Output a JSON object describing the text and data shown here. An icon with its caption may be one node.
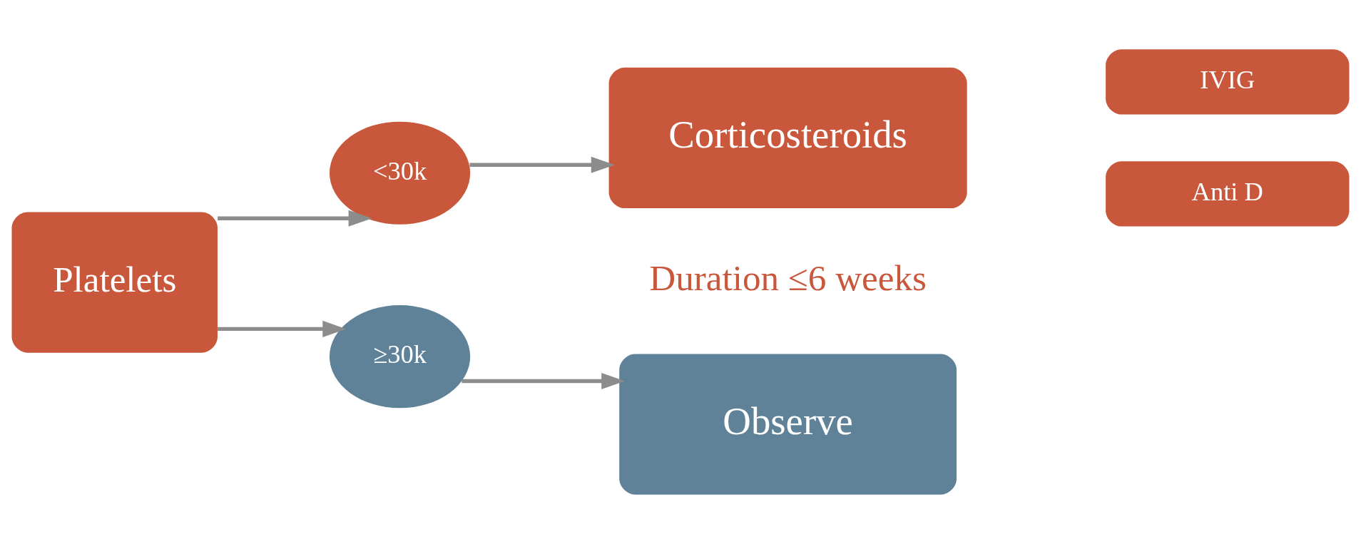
{
  "diagram": {
    "nodes": [
      {
        "text": [
          "Platelets"
        ]
      },
      {
        "text": [
          "<30k"
        ]
      },
      {
        "text": [
          "≥30k"
        ]
      },
      {
        "text": [
          "Corticosteroids"
        ],
        "beside": [
          "Duration ≤6 weeks"
        ]
      },
      {
        "text": [
          "Observe"
        ]
      },
      {
        "text": [
          "IVIG"
        ]
      },
      {
        "text": [
          "Anti D"
        ]
      }
    ],
    "edges": [
      {
        "from": 0,
        "to": 1,
        "arrow": "to"
      },
      {
        "from": 0,
        "to": 2,
        "arrow": "to"
      },
      {
        "from": 1,
        "to": 3,
        "arrow": "to"
      },
      {
        "from": 2,
        "to": 4,
        "arrow": "to"
      }
    ]
  }
}
